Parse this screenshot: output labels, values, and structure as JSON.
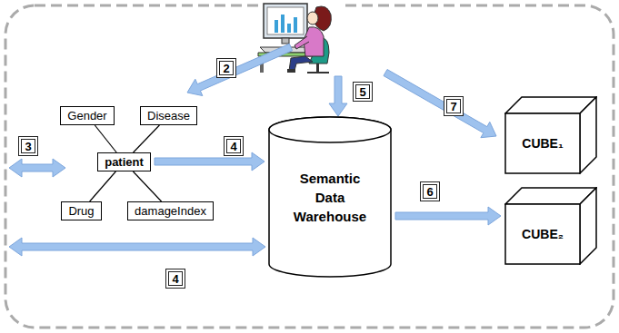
{
  "diagram": {
    "nodes": [
      {
        "text": [
          "Gender"
        ]
      },
      {
        "text": [
          "Disease"
        ]
      },
      {
        "text": [
          "patient"
        ]
      },
      {
        "text": [
          "Drug"
        ]
      },
      {
        "text": [
          "damageIndex"
        ]
      },
      {
        "text": [
          "Semantic Data Warehouse"
        ]
      },
      {
        "text": [
          "CUBE₁"
        ]
      },
      {
        "text": [
          "CUBE₂"
        ]
      }
    ],
    "edges": [
      {
        "from": 2,
        "to": 0,
        "arrow": "none"
      },
      {
        "from": 2,
        "to": 1,
        "arrow": "none"
      },
      {
        "from": 2,
        "to": 3,
        "arrow": "none"
      },
      {
        "from": 2,
        "to": 4,
        "arrow": "none"
      },
      {
        "from": 2,
        "to": 5,
        "arrow": "to"
      },
      {
        "from": 5,
        "to": 7,
        "arrow": "to"
      }
    ],
    "labels": [
      "2",
      "3",
      "4",
      "4",
      "5",
      "6",
      "7"
    ]
  }
}
